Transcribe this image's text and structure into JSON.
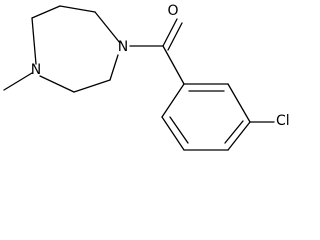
{
  "molecule": {
    "atoms": {
      "oxygen": "O",
      "nitrogen_acyl": "N",
      "nitrogen_methyl": "N",
      "chlorine": "Cl"
    },
    "colors": {
      "bond": "#000000",
      "label": "#000000",
      "background": "#ffffff"
    }
  }
}
